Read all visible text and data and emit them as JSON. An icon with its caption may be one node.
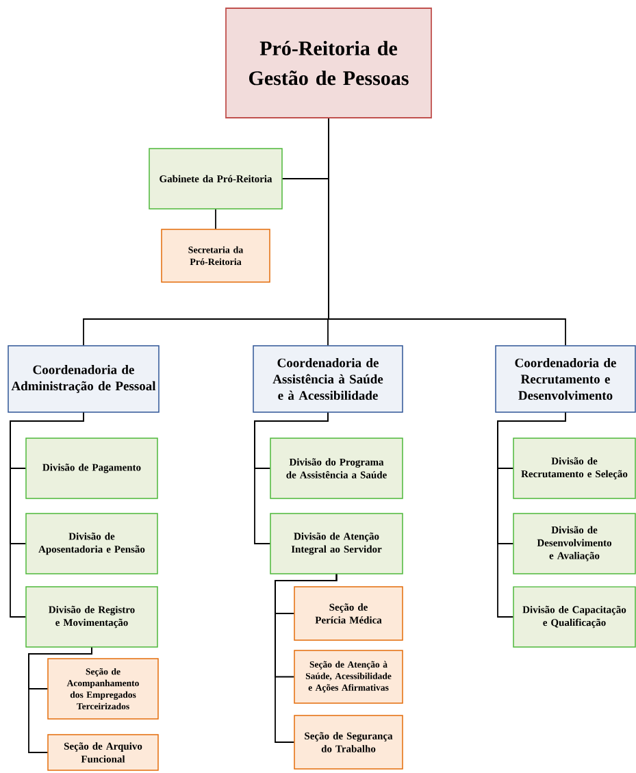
{
  "diagram": {
    "nodes": [
      {
        "text": [
          "Pró-Reitoria de Gestão de Pessoas"
        ]
      },
      {
        "text": [
          "Gabinete da Pró-Reitoria"
        ]
      },
      {
        "text": [
          "Secretaria da Pró-Reitoria"
        ]
      },
      {
        "text": [
          "Coordenadoria de Administração de Pessoal"
        ]
      },
      {
        "text": [
          "Coordenadoria de Assistência à Saúde e à Acessibilidade"
        ]
      },
      {
        "text": [
          "Coordenadoria de Recrutamento e Desenvolvimento"
        ]
      },
      {
        "text": [
          "Divisão de Pagamento"
        ]
      },
      {
        "text": [
          "Divisão de Aposentadoria e Pensão"
        ]
      },
      {
        "text": [
          "Divisão de Registro e Movimentação"
        ]
      },
      {
        "text": [
          "Seção de Acompanhamento dos Empregados Terceirizados"
        ]
      },
      {
        "text": [
          "Seção de Arquivo Funcional"
        ]
      },
      {
        "text": [
          "Divisão do Programa de Assistência a Saúde"
        ]
      },
      {
        "text": [
          "Divisão de Atenção Integral ao Servidor"
        ]
      },
      {
        "text": [
          "Seção de Perícia Médica"
        ]
      },
      {
        "text": [
          "Seção de Atenção à Saúde, Acessibilidade e Ações Afirmativas"
        ]
      },
      {
        "text": [
          "Seção de Segurança do Trabalho"
        ]
      },
      {
        "text": [
          "Divisão de Recrutamento e Seleção"
        ]
      },
      {
        "text": [
          "Divisão de Desenvolvimento e Avaliação"
        ]
      },
      {
        "text": [
          "Divisão de Capacitação e Qualificação"
        ]
      }
    ],
    "edges": [
      {
        "from": 0,
        "to": 1,
        "arrow": "none"
      },
      {
        "from": 1,
        "to": 2,
        "arrow": "none"
      },
      {
        "from": 0,
        "to": 3,
        "arrow": "none"
      },
      {
        "from": 0,
        "to": 4,
        "arrow": "none"
      },
      {
        "from": 0,
        "to": 5,
        "arrow": "none"
      },
      {
        "from": 3,
        "to": 6,
        "arrow": "none"
      },
      {
        "from": 3,
        "to": 7,
        "arrow": "none"
      },
      {
        "from": 3,
        "to": 8,
        "arrow": "none"
      },
      {
        "from": 8,
        "to": 9,
        "arrow": "none"
      },
      {
        "from": 8,
        "to": 10,
        "arrow": "none"
      },
      {
        "from": 4,
        "to": 11,
        "arrow": "none"
      },
      {
        "from": 4,
        "to": 12,
        "arrow": "none"
      },
      {
        "from": 12,
        "to": 13,
        "arrow": "none"
      },
      {
        "from": 12,
        "to": 14,
        "arrow": "none"
      },
      {
        "from": 12,
        "to": 15,
        "arrow": "none"
      },
      {
        "from": 5,
        "to": 16,
        "arrow": "none"
      },
      {
        "from": 5,
        "to": 17,
        "arrow": "none"
      },
      {
        "from": 5,
        "to": 18,
        "arrow": "none"
      }
    ]
  }
}
